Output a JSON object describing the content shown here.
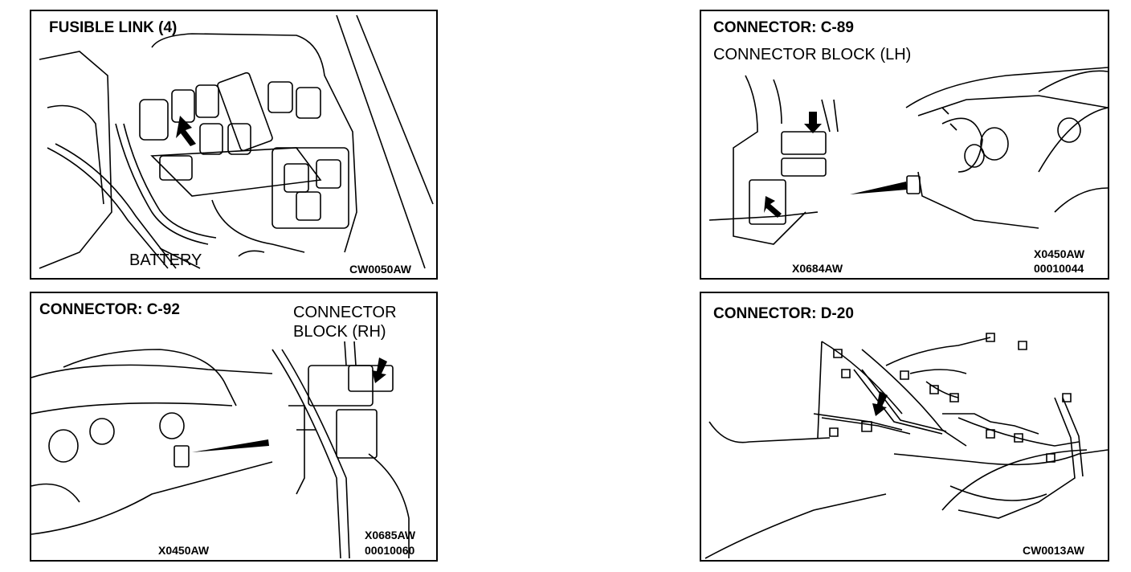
{
  "panels": {
    "fusible_link": {
      "title": "FUSIBLE LINK (4)",
      "callout": "BATTERY",
      "code": "CW0050AW"
    },
    "connector_c89": {
      "title": "CONNECTOR:  C-89",
      "subtitle": "CONNECTOR BLOCK (LH)",
      "code_left": "X0684AW",
      "code_right_1": "X0450AW",
      "code_right_2": "00010044"
    },
    "connector_c92": {
      "title": "CONNECTOR:  C-92",
      "subtitle_1": "CONNECTOR",
      "subtitle_2": "BLOCK (RH)",
      "code_left": "X0450AW",
      "code_right_1": "X0685AW",
      "code_right_2": "00010060"
    },
    "connector_d20": {
      "title": "CONNECTOR:  D-20",
      "code": "CW0013AW"
    }
  }
}
